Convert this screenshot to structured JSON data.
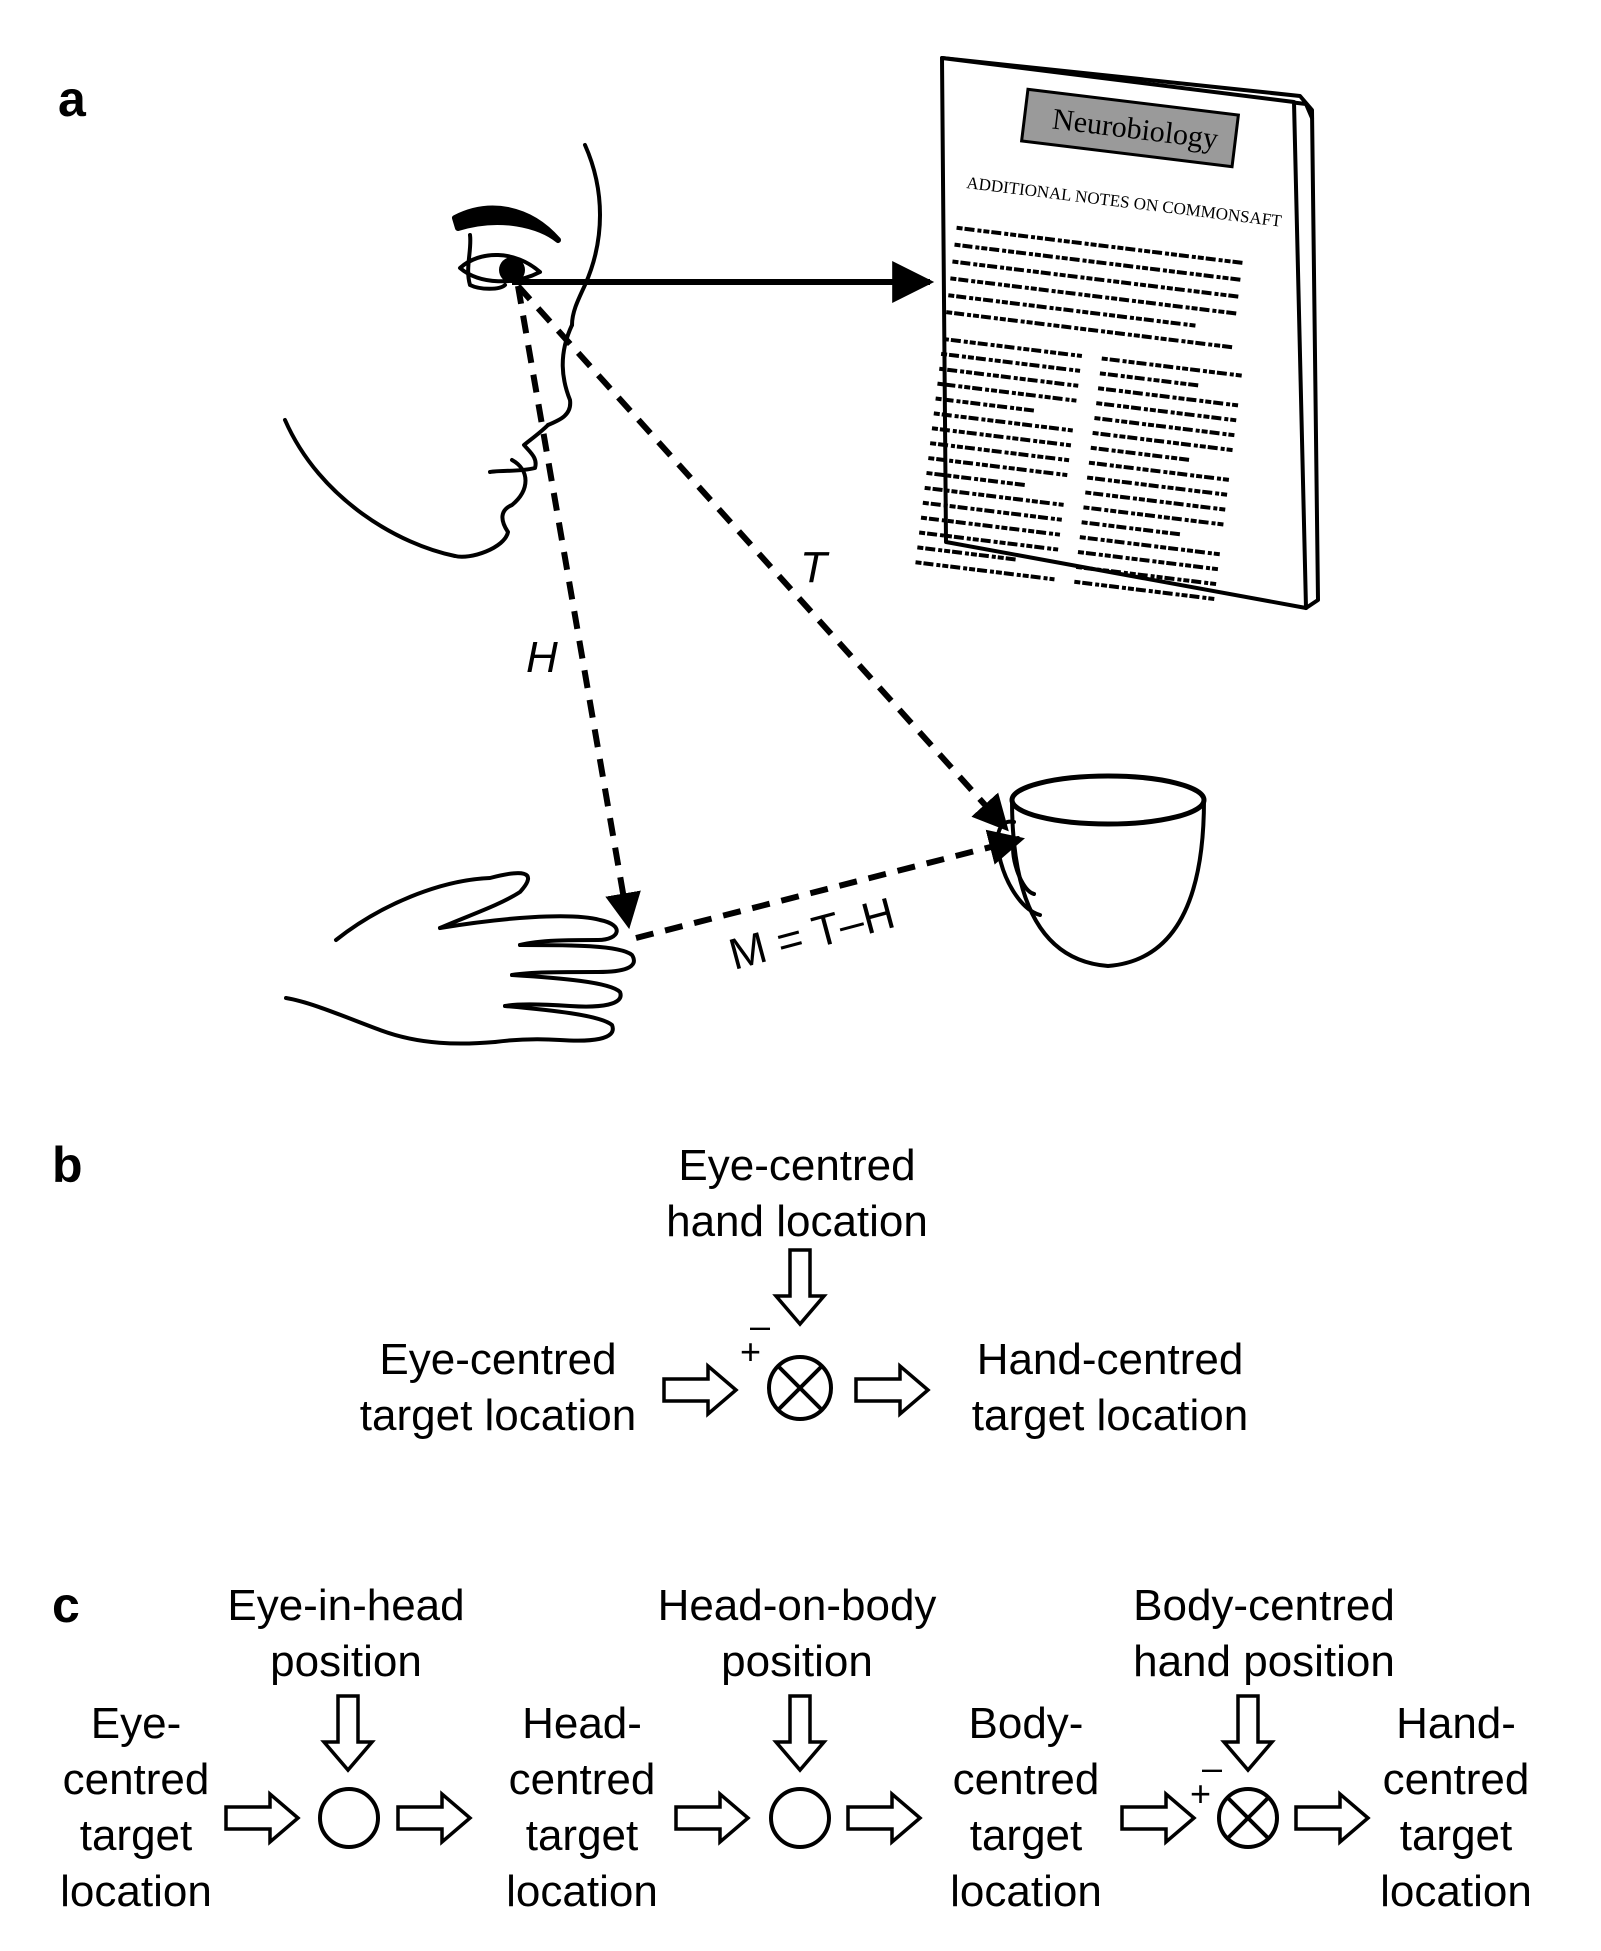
{
  "panel_a": {
    "label": "a",
    "journal_title": "Neurobiology",
    "journal_subtitle": "ADDITIONAL NOTES ON COMMONSAFT",
    "vector_target": "T",
    "vector_hand": "H",
    "motor_equation": "M = T–H"
  },
  "panel_b": {
    "label": "b",
    "top_input": [
      "Eye-centred",
      "hand location"
    ],
    "left_input": [
      "Eye-centred",
      "target location"
    ],
    "output": [
      "Hand-centred",
      "target location"
    ],
    "minus_sign": "–",
    "plus_sign": "+"
  },
  "panel_c": {
    "label": "c",
    "start": [
      "Eye-",
      "centred",
      "target",
      "location"
    ],
    "input_1": [
      "Eye-in-head",
      "position"
    ],
    "mid_1": [
      "Head-",
      "centred",
      "target",
      "location"
    ],
    "input_2": [
      "Head-on-body",
      "position"
    ],
    "mid_2": [
      "Body-",
      "centred",
      "target",
      "location"
    ],
    "input_3": [
      "Body-centred",
      "hand position"
    ],
    "end": [
      "Hand-",
      "centred",
      "target",
      "location"
    ],
    "minus_sign": "–",
    "plus_sign": "+"
  }
}
